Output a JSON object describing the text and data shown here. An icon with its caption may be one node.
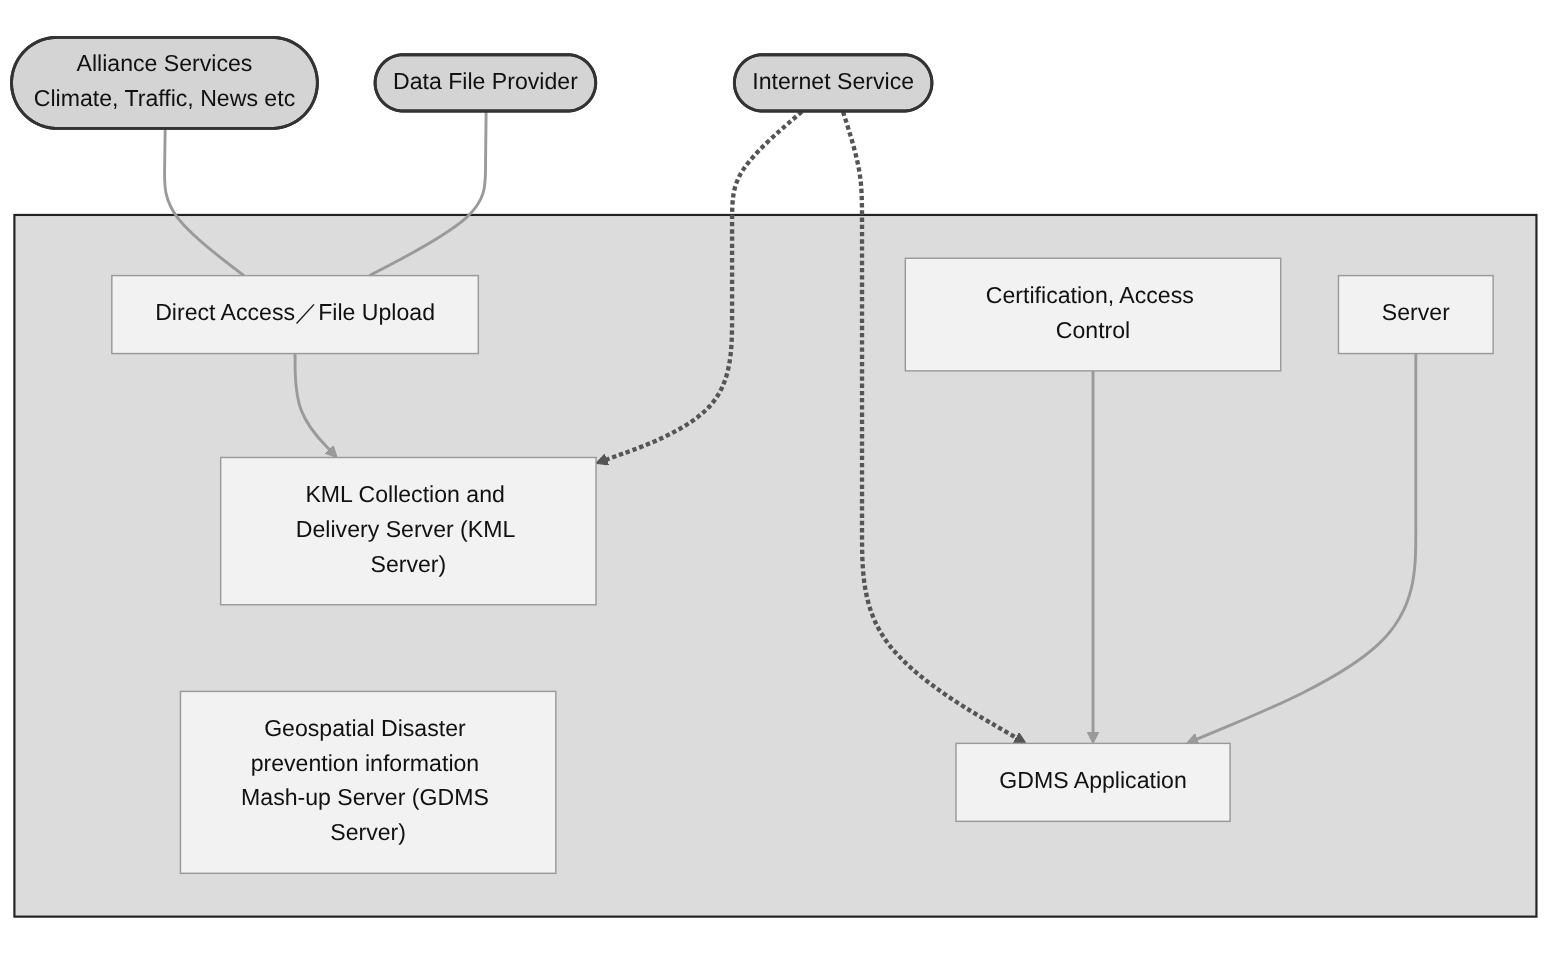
{
  "diagram": {
    "nodes": [
      {
        "text": [
          "Internet Service"
        ]
      },
      {
        "text": [
          "Alliance Services",
          "Climate, Traffic, News etc"
        ]
      },
      {
        "text": [
          "Data File Provider"
        ]
      },
      {
        "text": [],
        "shape": "box"
      },
      {
        "text": [
          "Direct Access／File Upload"
        ],
        "in": 3
      },
      {
        "text": [
          "KML Collection and Delivery Server (KML Server)"
        ],
        "in": 3
      },
      {
        "text": [
          "Geospatial Disaster prevention information Mash-up Server (GDMS Server)"
        ],
        "in": 3
      },
      {
        "text": [
          "Server"
        ],
        "in": 3
      },
      {
        "text": [
          "Certification, Access Control"
        ],
        "in": 3
      },
      {
        "text": [
          "GDMS Application"
        ],
        "in": 3
      }
    ],
    "edges": [
      {
        "from": 1,
        "to": 4,
        "arrow": "none"
      },
      {
        "from": 2,
        "to": 4,
        "arrow": "none"
      },
      {
        "from": 4,
        "to": 5,
        "arrow": "to"
      },
      {
        "from": 0,
        "to": 5,
        "arrow": "to",
        "style": "dashed",
        "color": "#555555"
      },
      {
        "from": 0,
        "to": 9,
        "arrow": "to",
        "style": "dashed",
        "color": "#555555"
      },
      {
        "from": 8,
        "to": 9,
        "arrow": "to"
      },
      {
        "from": 7,
        "to": 9,
        "arrow": "to"
      }
    ]
  }
}
